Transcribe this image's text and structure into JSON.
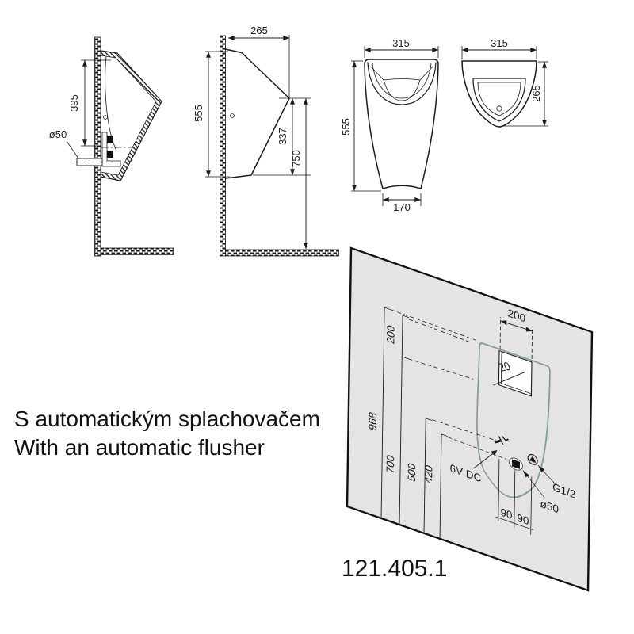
{
  "meta": {
    "product_code": "121.405.1"
  },
  "description": {
    "cs": "S automatickým splachovačem",
    "en": "With an automatic flusher"
  },
  "views": {
    "section": {
      "dim_height": "395",
      "dim_drain": "ø50"
    },
    "profile": {
      "dim_depth": "265",
      "dim_height": "555",
      "dim_spout_drop": "337",
      "dim_spout_floor": "750"
    },
    "front": {
      "dim_width": "315",
      "dim_height": "555",
      "dim_base": "170"
    },
    "top": {
      "dim_width": "315",
      "dim_depth": "265"
    }
  },
  "installation": {
    "dim_total": "968",
    "dim_top_gap": "200",
    "dim_700": "700",
    "dim_500": "500",
    "dim_420": "420",
    "niche_width": "200",
    "niche_depth": "20",
    "spacing_left": "90",
    "spacing_right": "90",
    "label_power": "6V DC",
    "label_drain": "ø50",
    "label_inlet": "G1/2"
  },
  "colors": {
    "line": "#1a1a1a",
    "panel_fill": "#e4e4e4",
    "urinal_outline": "#7e9a99"
  }
}
